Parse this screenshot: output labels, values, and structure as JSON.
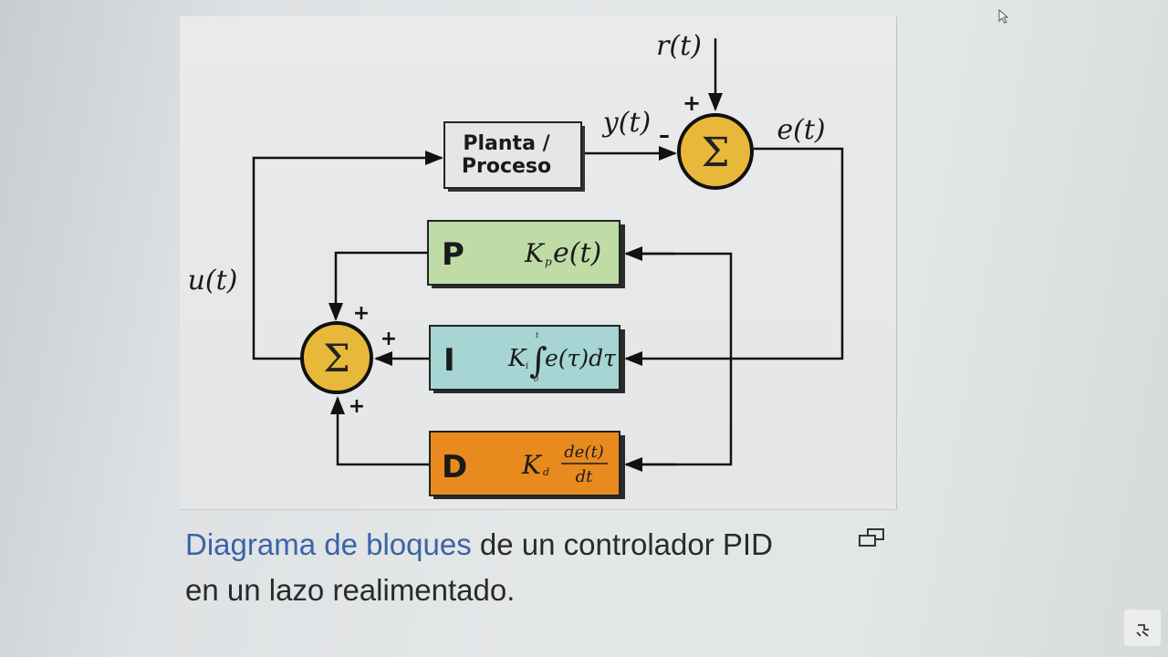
{
  "diagram": {
    "blocks": {
      "plant": {
        "line1": "Planta /",
        "line2": "Proceso"
      },
      "p": {
        "letter": "P",
        "gain": "K",
        "sub": "p",
        "expr": "e(t)"
      },
      "i": {
        "letter": "I",
        "gain": "K",
        "sub": "i",
        "upper": "t",
        "lower": "0",
        "expr": "e(τ)dτ"
      },
      "d": {
        "letter": "D",
        "gain": "K",
        "sub": "d",
        "num": "de(t)",
        "den": "dt"
      }
    },
    "signals": {
      "r": "r(t)",
      "y": "y(t)",
      "e": "e(t)",
      "u": "u(t)"
    },
    "summing_symbol": "Σ",
    "signs": {
      "plus": "+",
      "minus": "–"
    }
  },
  "caption": {
    "link_text": "Diagrama de bloques",
    "rest_line1": " de un controlador PID",
    "line2": "en un lazo realimentado."
  },
  "colors": {
    "sum_fill": "#e8b83a",
    "p_fill": "#bfdca6",
    "i_fill": "#a6d5d3",
    "d_fill": "#e98a1f",
    "plant_fill": "#e6e6e6",
    "link": "#3b63a6"
  },
  "icons": {
    "expand": "expand-icon",
    "cursor": "cursor-icon"
  }
}
